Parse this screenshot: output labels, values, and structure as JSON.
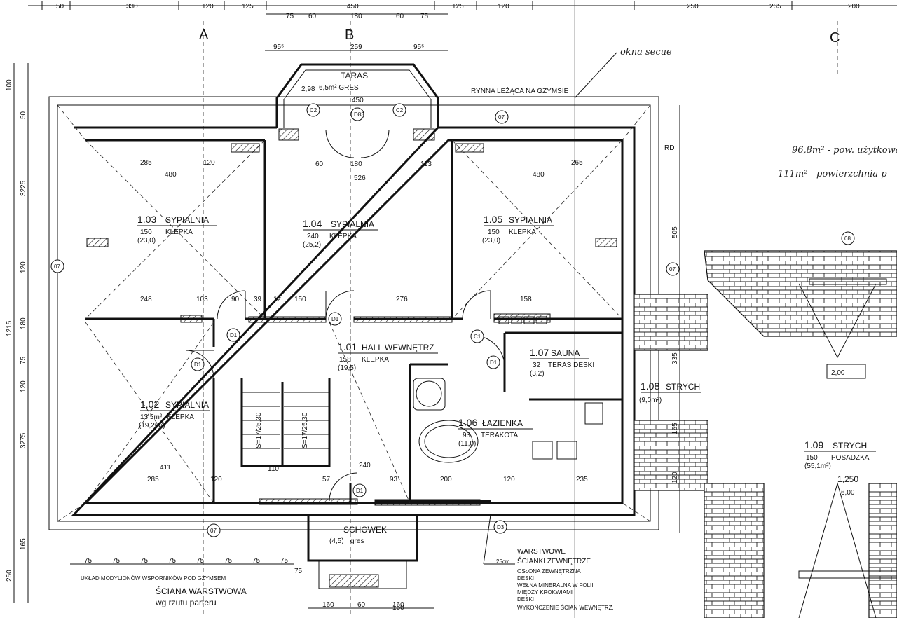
{
  "grid_labels": [
    "A",
    "B",
    "C"
  ],
  "top_dims": [
    "50",
    "330",
    "120",
    "125",
    "450",
    "125",
    "120",
    "250",
    "265",
    "200"
  ],
  "top_sub_dims": [
    "75",
    "60",
    "180",
    "60",
    "75"
  ],
  "terrace": {
    "name": "TARAS",
    "area": "6,5m² GRES",
    "width": "259",
    "side_left": "95⁵",
    "side_right": "95⁵",
    "level": "2,98",
    "span": "450"
  },
  "gutter_note": "RYNNA LEŻĄCA NA GZYMSIE",
  "window_note": "okna secue",
  "hand_notes": [
    "96,8m² - pow. użytkowa",
    "111m² - powierzchnia p"
  ],
  "rooms": [
    {
      "num": "1.03",
      "name": "SYPIALNIA",
      "h": "150",
      "area": "(23,0)",
      "floor": "KLEPKA"
    },
    {
      "num": "1.04",
      "name": "SYPIALNIA",
      "h": "240",
      "area": "(25,2)",
      "floor": "KLEPKA"
    },
    {
      "num": "1.05",
      "name": "SYPIALNIA",
      "h": "150",
      "area": "(23,0)",
      "floor": "KLEPKA"
    },
    {
      "num": "1.01",
      "name": "HALL WEWNĘTRZ",
      "h": "158",
      "area": "(19,5)",
      "floor": "KLEPKA"
    },
    {
      "num": "1.07",
      "name": "SAUNA",
      "h": "32",
      "area": "(3,2)",
      "floor": "TERAS DESKI"
    },
    {
      "num": "1.02",
      "name": "SYPIALNIA",
      "h": "13,5m²",
      "area": "(19,2m²)",
      "floor": "KLEPKA"
    },
    {
      "num": "1.06",
      "name": "ŁAZIENKA",
      "h": "93",
      "area": "(11,0)",
      "floor": "TERAKOTA"
    },
    {
      "num": "1.08",
      "name": "STRYCH",
      "h": "",
      "area": "(9,0m²)",
      "floor": ""
    },
    {
      "num": "1.09",
      "name": "STRYCH",
      "h": "150",
      "area": "(55,1m²)",
      "floor": "POSADZKA"
    }
  ],
  "storage": {
    "name": "SCHOWEK",
    "area": "(4,5)",
    "floor": "gres"
  },
  "interior_dims": [
    "285",
    "120",
    "480",
    "526",
    "480",
    "265",
    "248",
    "103",
    "90",
    "39",
    "12",
    "150",
    "276",
    "158",
    "411",
    "285",
    "120",
    "57",
    "240",
    "93",
    "200",
    "120",
    "235",
    "60",
    "110",
    "160",
    "113",
    "180"
  ],
  "left_dims": [
    "100",
    "50",
    "3225",
    "120",
    "1215",
    "180",
    "75",
    "3275",
    "120",
    "165",
    "250"
  ],
  "right_dims": [
    "505",
    "335",
    "165",
    "120",
    "RD"
  ],
  "bubbles": [
    "07",
    "C2",
    "D83",
    "C2",
    "07",
    "07",
    "D1",
    "D1",
    "D1",
    "C1",
    "D1",
    "08",
    "07",
    "D1",
    "D3"
  ],
  "stair_notes": [
    "S=17/25,30",
    "S=17/25,30"
  ],
  "bottom_dims": [
    "75",
    "75",
    "75",
    "75",
    "75",
    "75",
    "75",
    "75",
    "75",
    "160",
    "60",
    "160"
  ],
  "bottom_note": "UKŁAD MODYLIONÓW WSPORNIKÓW POD GZYMSEM",
  "wall_caption_1": "ŚCIANA WARSTWOWA",
  "wall_caption_2": "wg rzutu parteru",
  "legend": {
    "title_1": "WARSTWOWE",
    "title_2": "ŚCIANKI ZEWNĘTRZE",
    "thickness": "25cm",
    "layers": [
      "OSŁONA ZEWNĘTRZNA",
      "DESKI",
      "WEŁNA MINERALNA W FOLII",
      "MIĘDZY KROKWIAMI",
      "DESKI",
      "WYKOŃCZENIE ŚCIAN WEWNĘTRZ."
    ]
  },
  "attic_levels": [
    "1,250",
    "6,00",
    "2,00"
  ]
}
